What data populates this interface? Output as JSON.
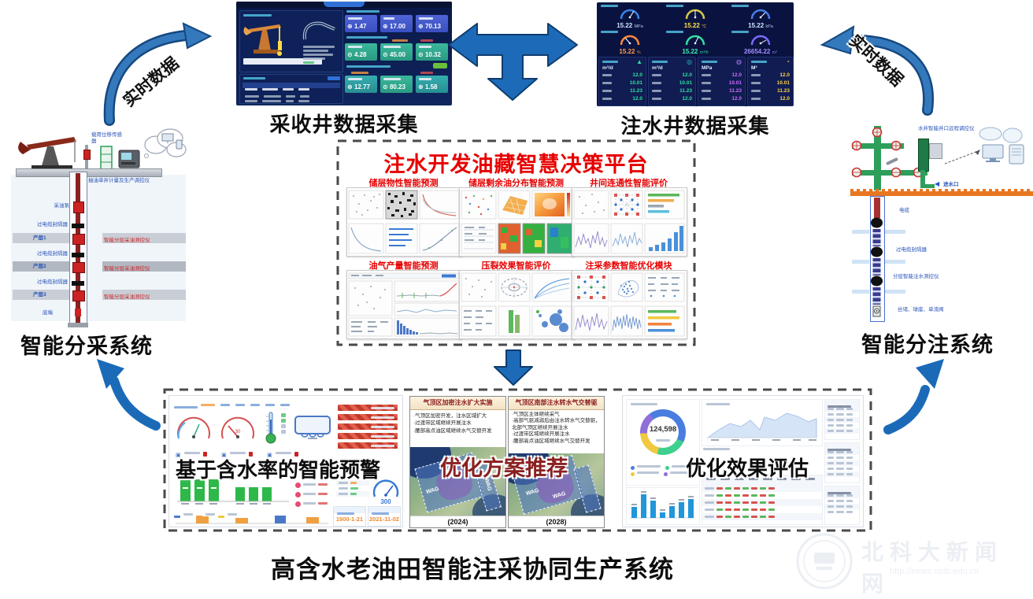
{
  "title_labels": {
    "top_left": "采收井数据采集",
    "top_right": "注水井数据采集",
    "left_system": "智能分采系统",
    "right_system": "智能分注系统",
    "bottom_system": "高含水老油田智能注采协同生产系统",
    "realtime_left": "实时数据",
    "realtime_right": "实时数据"
  },
  "colors": {
    "arrow_blue": "#1d6bb8",
    "platform_title_red": "#e60000",
    "alert_red": "#c23a2d",
    "bar_green": "#2eb84a",
    "ground_orange": "#e87722"
  },
  "platform": {
    "title": "注水开发油藏智慧决策平台",
    "modules": [
      {
        "title": "储层物性智能预测"
      },
      {
        "title": "储层剩余油分布智能预测"
      },
      {
        "title": "井间连通性智能评价"
      },
      {
        "title": "油气产量智能预测"
      },
      {
        "title": "压裂效果智能评价"
      },
      {
        "title": "注采参数智能优化模块"
      }
    ]
  },
  "production_dash": {
    "stat_groups": [
      {
        "values": [
          "1.47",
          "17.00",
          "70.13"
        ]
      },
      {
        "values": [
          "4.28",
          "45.00",
          "10.32"
        ]
      },
      {
        "values": [
          "12.77",
          "80.23",
          "1.58"
        ]
      }
    ]
  },
  "injection_dash": {
    "gauges": [
      {
        "value": "15.22",
        "unit": "MPa"
      },
      {
        "value": "15.22",
        "unit": "℃"
      },
      {
        "value": "15.22",
        "unit": "kPa"
      },
      {
        "value": "15.22",
        "unit": "%"
      },
      {
        "value": "15.22",
        "unit": "m³/h"
      },
      {
        "value": "26654.22",
        "unit": "m³"
      }
    ],
    "columns": [
      {
        "unit": "m³/d",
        "values": [
          "12.0",
          "10.01",
          "11.23",
          "12.0"
        ]
      },
      {
        "unit": "m³/d",
        "values": [
          "12.0",
          "10.01",
          "11.23",
          "12.0"
        ]
      },
      {
        "unit": "MPa",
        "values": [
          "12.0",
          "10.01",
          "11.23",
          "12.0"
        ]
      },
      {
        "unit": "M³",
        "values": [
          "12.0",
          "10.01",
          "11.23",
          "12.0"
        ]
      }
    ]
  },
  "left_diagram": {
    "sensor": "载荷位移传感器",
    "surface_meter": "抽油单井计量及生产调控仪",
    "pump": "采油泵",
    "packer1": "过电缆封隔器",
    "packer2": "过电缆封隔器",
    "packer3": "过电缆封隔器",
    "layer1": "产层1",
    "layer2": "产层2",
    "layer3": "产层3",
    "tool1": "智能分层采油测控仪",
    "tool2": "智能分层采油测控仪",
    "tool3": "智能分层采油测控仪",
    "bottom": "底端"
  },
  "right_diagram": {
    "wellhead": "水井智能井口远程调控仪",
    "inlet": "进水口",
    "cable": "电缆",
    "packer": "过电缆封隔器",
    "tool": "分层智能注水测控仪",
    "bottom": "丝堵、球座、单流阀"
  },
  "warning_panel": {
    "overlay": "基于含水率的智能预警",
    "gauge_value": "300",
    "date_left": "1900-1-21",
    "date_right": "2021-11-02"
  },
  "plan_panel": {
    "overlay": "优化方案推荐",
    "cards": [
      {
        "title": "气顶区加密注水扩大实施",
        "bullets": [
          "·气顶区加密开发，注水区域扩大",
          "·过渡带区域继续开展注水",
          "·腰部高点油区域继续水气交替开发"
        ],
        "map_tag": "WAG",
        "map_tag2": "WAG",
        "caption": "(2024)"
      },
      {
        "title": "气顶区南部注水转水气交替驱",
        "bullets": [
          "·气顶区主体继续采气",
          "·高部气驱减弱后由注水转水气交替驱，北部气顶区继续开展注水",
          "·过渡带区域继续开展注水",
          "·腰部高点油区域继续水气交替开发"
        ],
        "map_tag": "WAG",
        "map_tag2": "WAG",
        "caption": "(2028)"
      }
    ]
  },
  "eval_panel": {
    "overlay": "优化效果评估",
    "donut_value": "124,598"
  },
  "watermark": {
    "line1": "北科大新闻网",
    "line2": "http://news.ustb.edu.cn"
  }
}
